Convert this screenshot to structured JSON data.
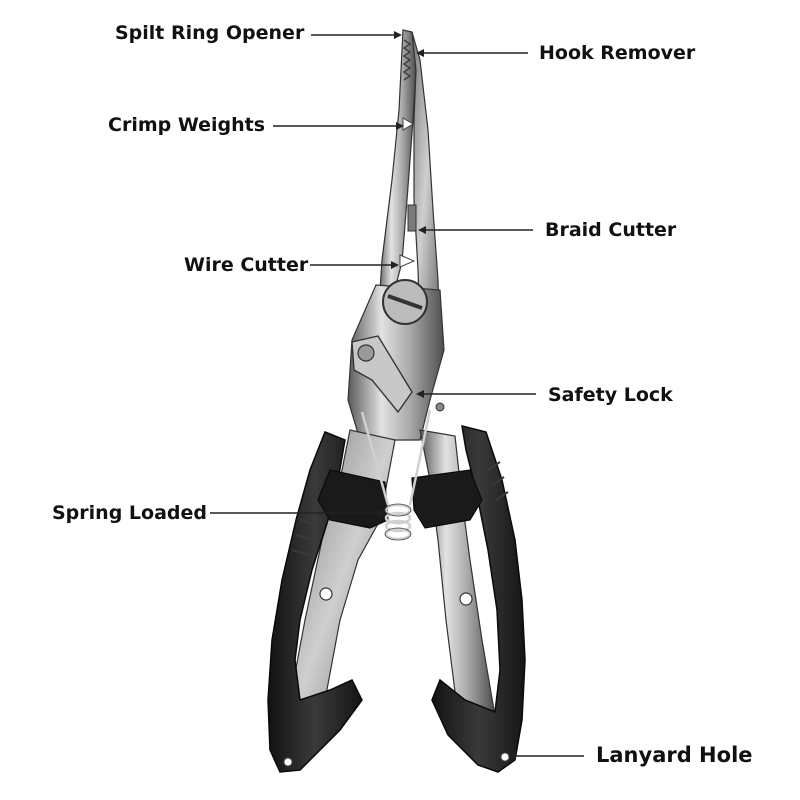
{
  "labels": {
    "split_ring_opener": "Spilt Ring Opener",
    "hook_remover": "Hook Remover",
    "crimp_weights": "Crimp Weights",
    "braid_cutter": "Braid Cutter",
    "wire_cutter": "Wire Cutter",
    "safety_lock": "Safety Lock",
    "spring_loaded": "Spring Loaded",
    "lanyard_hole": "Lanyard Hole"
  },
  "colors": {
    "text": "#111111",
    "leader": "#222222",
    "steel_light": "#d9d9d9",
    "steel_mid": "#9a9a9a",
    "steel_dark": "#4a4a4a",
    "grip": "#1e1e1e",
    "grip_highlight": "#3a3a3a"
  }
}
